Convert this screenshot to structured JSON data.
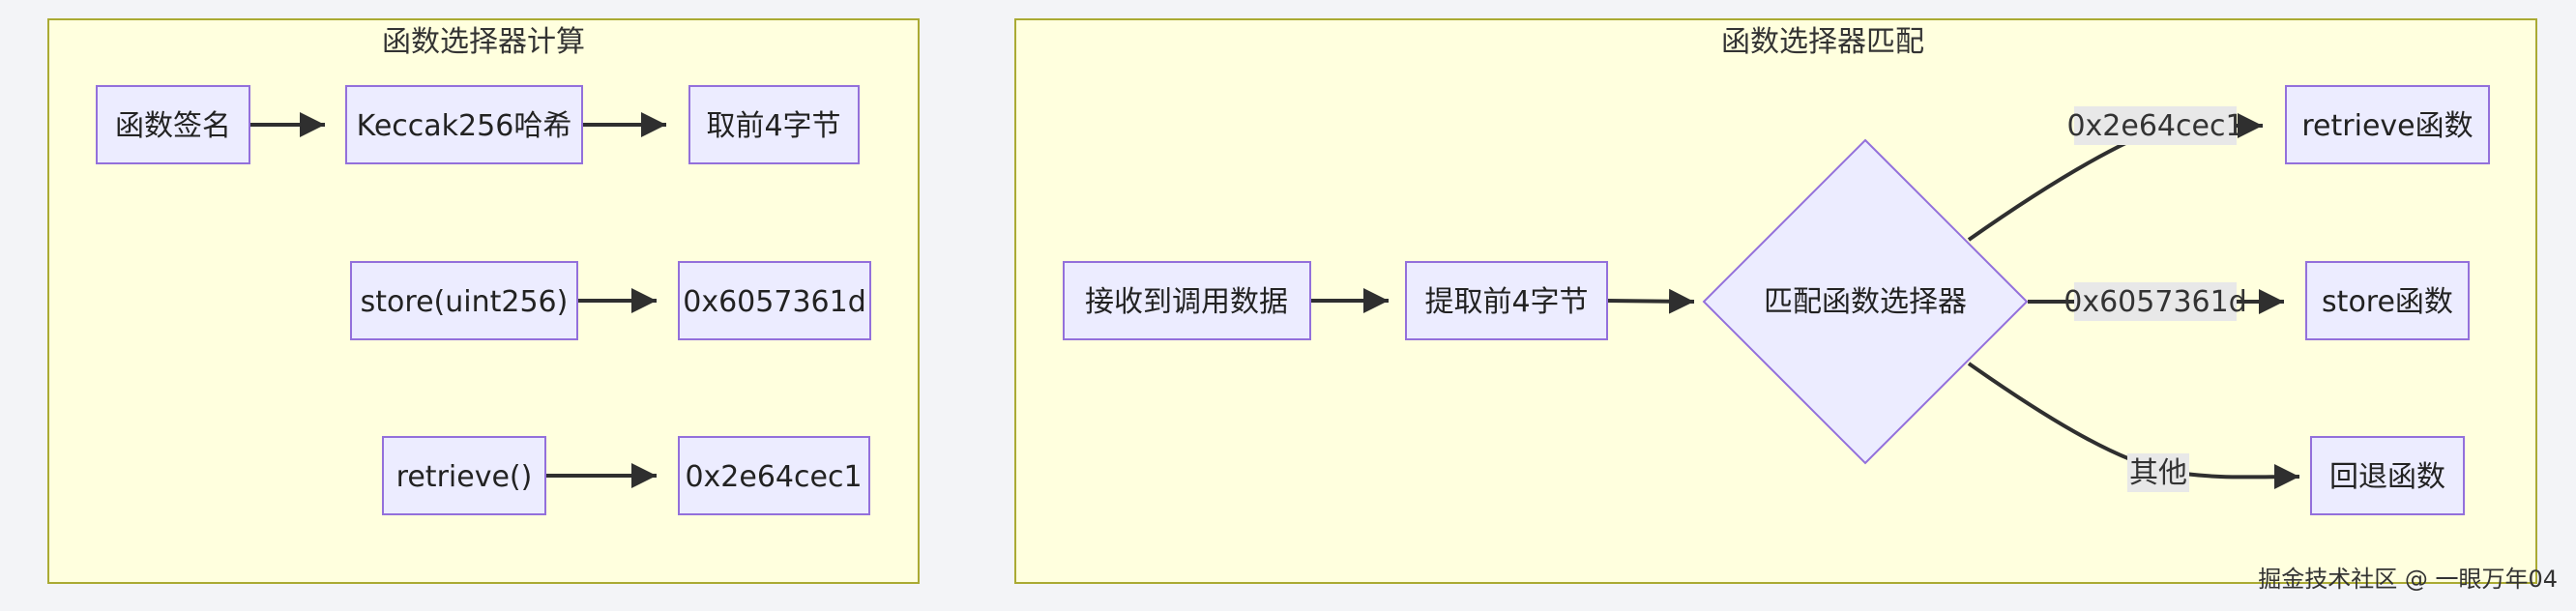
{
  "clusters": {
    "compute": {
      "title": "函数选择器计算"
    },
    "match": {
      "title": "函数选择器匹配"
    }
  },
  "nodes": {
    "sig": "函数签名",
    "keccak": "Keccak256哈希",
    "take4a": "取前4字节",
    "store_sig": "store(uint256)",
    "store_hex": "0x6057361d",
    "retrieve_sig": "retrieve()",
    "retrieve_hex": "0x2e64cec1",
    "receive": "接收到调用数据",
    "extract4": "提取前4字节",
    "matcher": "匹配函数选择器",
    "retrieve_fn": "retrieve函数",
    "store_fn": "store函数",
    "fallback_fn": "回退函数"
  },
  "edges": {
    "to_retrieve": "0x2e64cec1",
    "to_store": "0x6057361d",
    "to_fallback": "其他"
  },
  "watermark": "掘金技术社区 @ 一眼万年04"
}
